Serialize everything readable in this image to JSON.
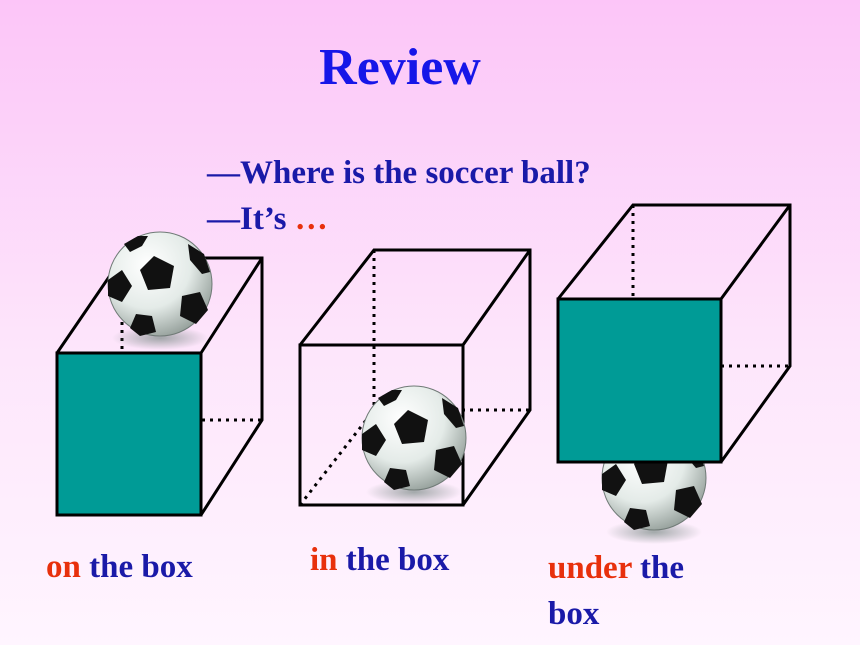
{
  "title": "Review",
  "dialog": {
    "question": "—Where is the soccer ball?",
    "answer_start": "—It’s ",
    "answer_blank": "…"
  },
  "captions": [
    {
      "keyword": "on",
      "rest": " the box"
    },
    {
      "keyword": "in",
      "rest": " the box"
    },
    {
      "keyword": "under",
      "rest_line1": " the",
      "rest_line2": "box"
    }
  ],
  "colors": {
    "keyword": "#e8300c",
    "text": "#1a1aa8",
    "title": "#1616e8",
    "box_face": "#009b96"
  },
  "icons": [
    "soccer-ball-icon",
    "box-icon"
  ]
}
